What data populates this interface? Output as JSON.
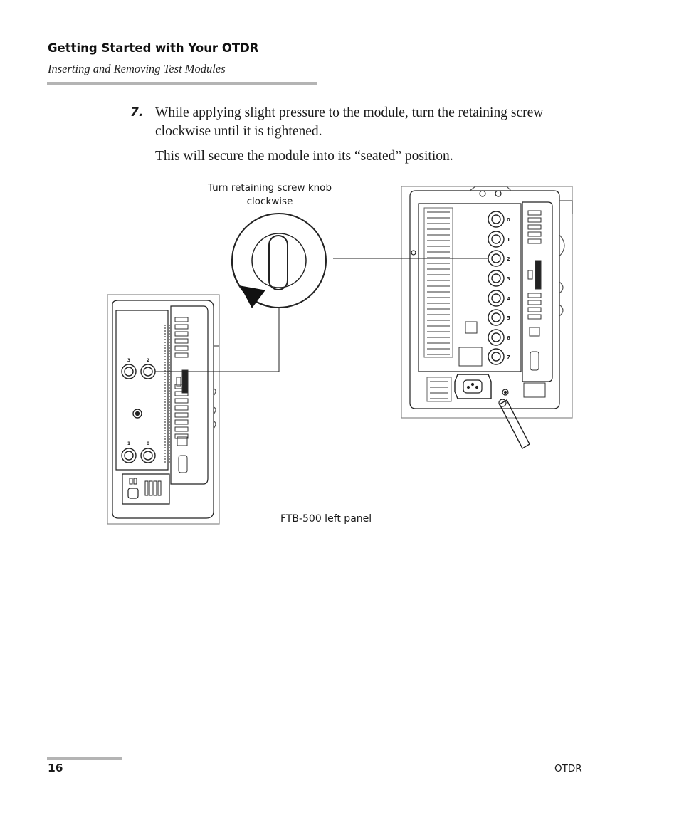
{
  "header": {
    "title": "Getting Started with Your OTDR",
    "subtitle": "Inserting and Removing Test Modules"
  },
  "step": {
    "number": "7.",
    "text": "While applying slight pressure to the module, turn the retaining screw clockwise until it is tightened.",
    "note": "This will secure the module into its “seated” position."
  },
  "figure": {
    "callout": "Turn retaining screw knob clockwise",
    "caption": "FTB-500 left panel",
    "small_unit_slots": [
      "3",
      "2",
      "1",
      "0"
    ],
    "large_unit_slots": [
      "0",
      "1",
      "2",
      "3",
      "4",
      "5",
      "6",
      "7"
    ]
  },
  "footer": {
    "page_number": "16",
    "product": "OTDR"
  }
}
